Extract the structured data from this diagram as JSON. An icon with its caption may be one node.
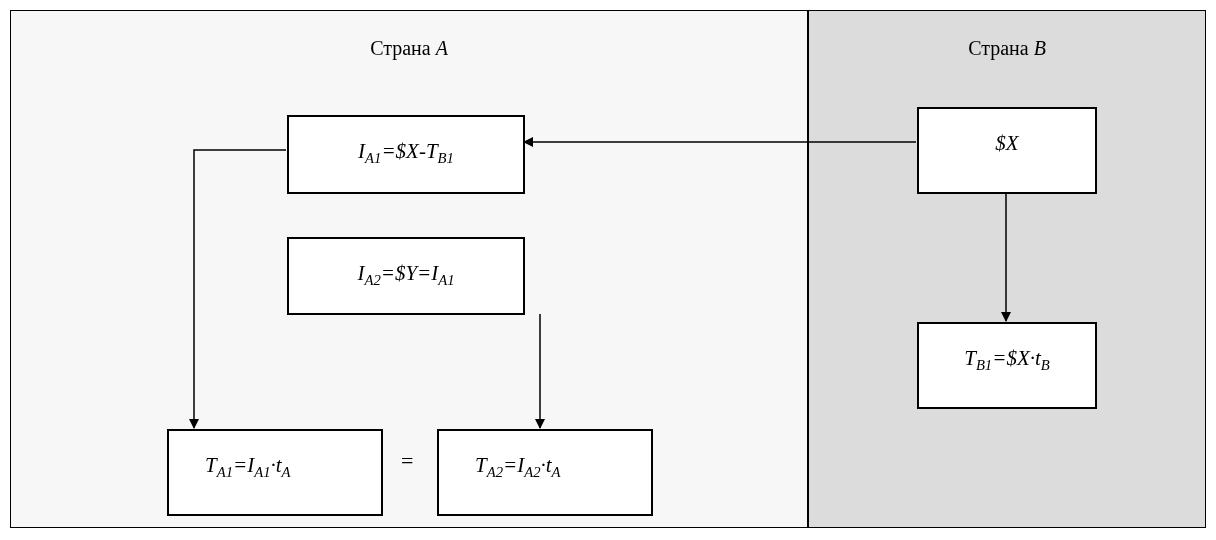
{
  "diagram": {
    "nodes": [
      {
        "text": [
          "Страна *A*"
        ]
      },
      {
        "text": [
          "Страна *B*"
        ]
      },
      {
        "text": [
          "I$_{A1}$=$X-T$_{B1}$"
        ],
        "in": 0
      },
      {
        "text": [
          "I$_{A2}$=$Y=I$_{A1}$"
        ],
        "in": 0
      },
      {
        "text": [
          "T$_{A1}$=I$_{A1}$·t$_{A}$"
        ],
        "in": 0
      },
      {
        "text": [
          "T$_{A2}$=I$_{A2}$·t$_{A}$"
        ],
        "in": 0
      },
      {
        "text": [
          "$X"
        ],
        "in": 1
      },
      {
        "text": [
          "T$_{B1}$=$X·t$_{B}$"
        ],
        "in": 1
      }
    ],
    "edges": [
      {
        "from": 6,
        "to": 2,
        "arrow": "to"
      },
      {
        "from": 2,
        "to": 4,
        "arrow": "to"
      },
      {
        "from": 3,
        "to": 5,
        "arrow": "to"
      },
      {
        "from": 6,
        "to": 7,
        "arrow": "to"
      }
    ],
    "labels": [
      "="
    ]
  }
}
